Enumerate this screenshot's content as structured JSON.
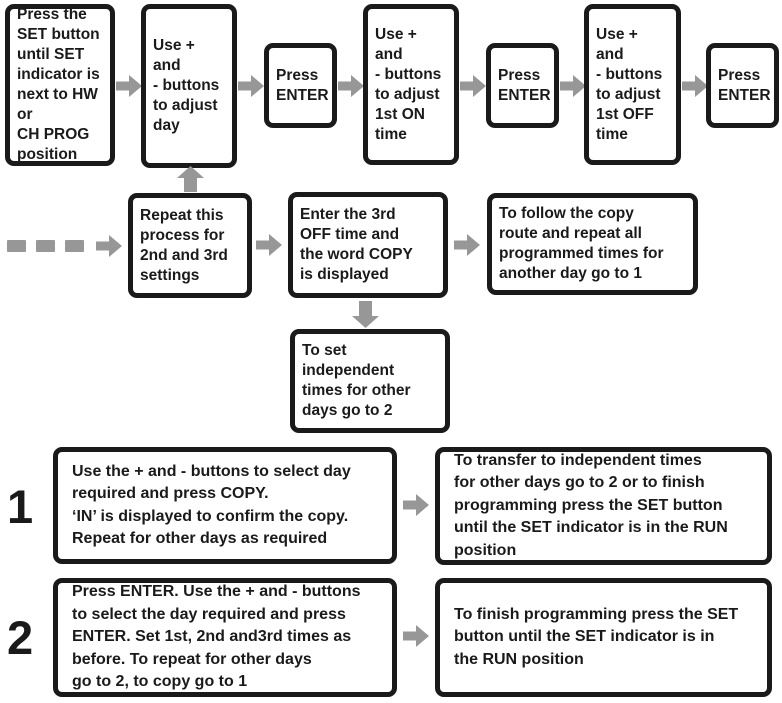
{
  "diagram": {
    "top_row": {
      "step1": "Press the\nSET button\nuntil SET\nindicator is\nnext to HW\nor\nCH PROG\nposition",
      "step2": "Use + and\n- buttons\nto adjust\nday",
      "step3": "Press\nENTER",
      "step4": "Use + and\n- buttons\nto adjust\n1st ON\ntime",
      "step5": "Press\nENTER",
      "step6": "Use + and\n- buttons\nto adjust\n1st OFF\ntime",
      "step7": "Press\nENTER"
    },
    "middle_row": {
      "repeat": "Repeat this\nprocess for\n2nd and 3rd\nsettings",
      "enter_3rd_off": "Enter the 3rd\nOFF time and\nthe word COPY\nis displayed",
      "follow_copy": "To follow the copy\nroute and repeat all\nprogrammed times for\nanother day go to 1"
    },
    "branch": {
      "independent_times": "To set\nindependent\ntimes for other\ndays go to 2"
    },
    "route1": {
      "label": "1",
      "left_box": "Use the + and - buttons to select day\nrequired and press COPY.\n‘IN’ is displayed to confirm the copy.\nRepeat for other days as required",
      "right_box": "To transfer to independent times\nfor other days go to 2 or to finish\nprogramming press the SET button\nuntil the SET indicator is in the RUN\nposition"
    },
    "route2": {
      "label": "2",
      "left_box": "Press ENTER. Use the + and - buttons\nto select the day required and press\nENTER. Set 1st, 2nd and3rd times as\nbefore. To repeat for other days\ngo to 2, to copy go to 1",
      "right_box": "To finish programming press the SET\nbutton until the SET indicator is in\nthe RUN position"
    },
    "colors": {
      "border": "#1a1a1a",
      "arrow": "#979797",
      "text": "#1a1a1a",
      "background": "#ffffff"
    }
  }
}
